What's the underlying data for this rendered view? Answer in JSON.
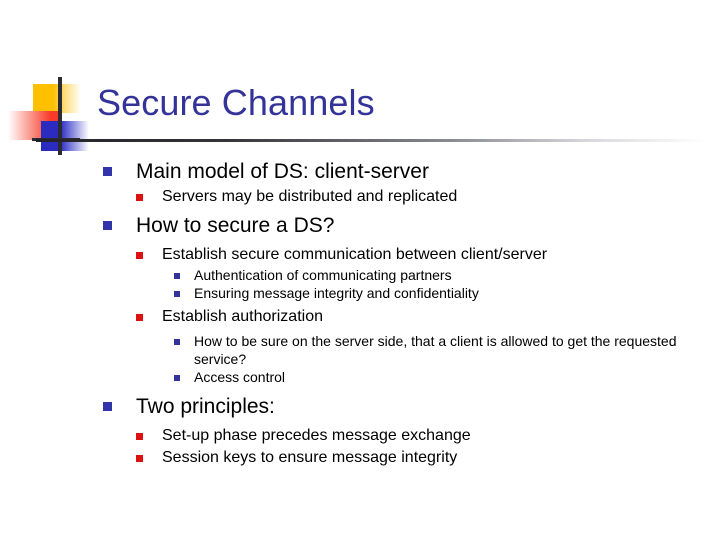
{
  "slide": {
    "title": "Secure Channels",
    "colors": {
      "title": "#333399",
      "bullet_level1": "#3333AA",
      "bullet_level2": "#DD1111",
      "bullet_level3": "#333399",
      "logo_yellow": "#FFC000",
      "logo_red": "#FA3A28",
      "logo_blue": "#2B2BC0",
      "rule": "#222228",
      "body_text": "#000000",
      "background": "#FFFFFF"
    },
    "logo": {
      "yellow_square": "logo-square-yellow",
      "red_square": "logo-square-red",
      "blue_square": "logo-square-blue",
      "vertical_line": "logo-vertical-line",
      "horizontal_line": "logo-horizontal-line"
    },
    "outline": {
      "item1": {
        "level": 1,
        "text": "Main model of DS: client-server",
        "children": [
          {
            "level": 2,
            "text": "Servers may be distributed and replicated"
          }
        ]
      },
      "item2": {
        "level": 1,
        "text": "How to secure a DS?",
        "children": [
          {
            "level": 2,
            "text": "Establish secure communication between client/server",
            "children": [
              {
                "level": 3,
                "text": "Authentication of communicating partners"
              },
              {
                "level": 3,
                "text": "Ensuring message integrity and confidentiality"
              }
            ]
          },
          {
            "level": 2,
            "text": "Establish authorization",
            "children": [
              {
                "level": 3,
                "text": "How to be sure on the server side, that a client is allowed to get the requested service?"
              },
              {
                "level": 3,
                "text": "Access control"
              }
            ]
          }
        ]
      },
      "item3": {
        "level": 1,
        "text": "Two principles:",
        "children": [
          {
            "level": 2,
            "text": "Set-up phase precedes message exchange"
          },
          {
            "level": 2,
            "text": "Session keys to ensure message integrity"
          }
        ]
      }
    }
  }
}
